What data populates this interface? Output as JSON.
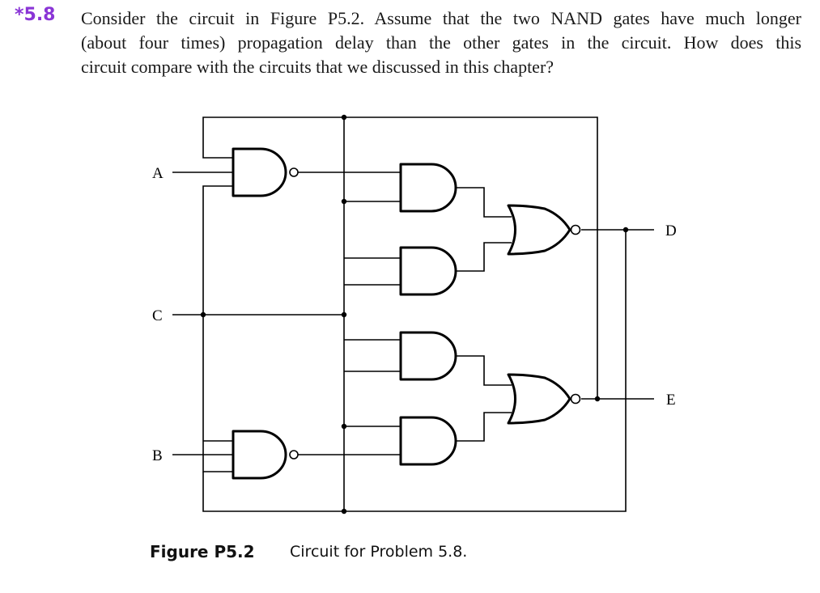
{
  "problem": {
    "number": "*5.8",
    "lines": [
      "Consider the circuit in Figure P5.2. Assume that the two NAND gates have much longer",
      "(about four times) propagation delay than the other gates in the circuit. How does this",
      "circuit compare with the circuits that we discussed in this chapter?"
    ]
  },
  "circuit": {
    "inputs": [
      "A",
      "C",
      "B"
    ],
    "outputs": [
      "D",
      "E"
    ],
    "gates": [
      "NAND",
      "NAND",
      "AND",
      "AND",
      "AND",
      "AND",
      "NOR",
      "NOR"
    ]
  },
  "caption": {
    "label": "Figure P5.2",
    "text": "Circuit for Problem 5.8."
  }
}
